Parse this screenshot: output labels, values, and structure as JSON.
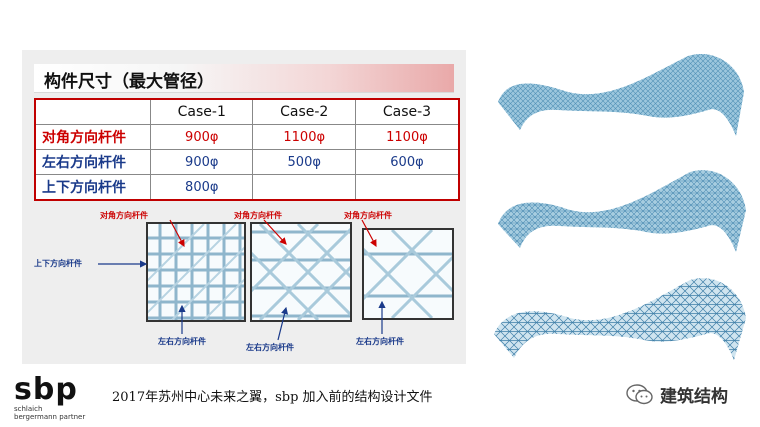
{
  "slide": {
    "title": "构件尺寸（最大管径）",
    "table": {
      "headers": [
        "",
        "Case-1",
        "Case-2",
        "Case-3"
      ],
      "rows": [
        {
          "label": "对角方向杆件",
          "values": [
            "900φ",
            "1100φ",
            "1100φ"
          ],
          "color": "#cc0000"
        },
        {
          "label": "左右方向杆件",
          "values": [
            "900φ",
            "500φ",
            "600φ"
          ],
          "color": "#1a3a8a"
        },
        {
          "label": "上下方向杆件",
          "values": [
            "800φ",
            "",
            ""
          ],
          "color": "#1a3a8a"
        }
      ]
    },
    "diagram_labels": {
      "diag_1": "对角方向杆件",
      "diag_2": "对角方向杆件",
      "diag_3": "对角方向杆件",
      "vertical": "上下方向杆件",
      "horiz_1": "左右方向杆件",
      "horiz_2": "左右方向杆件",
      "horiz_3": "左右方向杆件"
    }
  },
  "footer": {
    "logo_mark": "sbp",
    "logo_line1": "schlaich",
    "logo_line2": "bergermann partner",
    "caption": "2017年苏州中心未来之翼，sbp 加入前的结构设计文件",
    "wechat_name": "建筑结构"
  },
  "colors": {
    "accent_red": "#cc0000",
    "accent_blue": "#1a3a8a",
    "render_blue": "#5f9fc4"
  }
}
